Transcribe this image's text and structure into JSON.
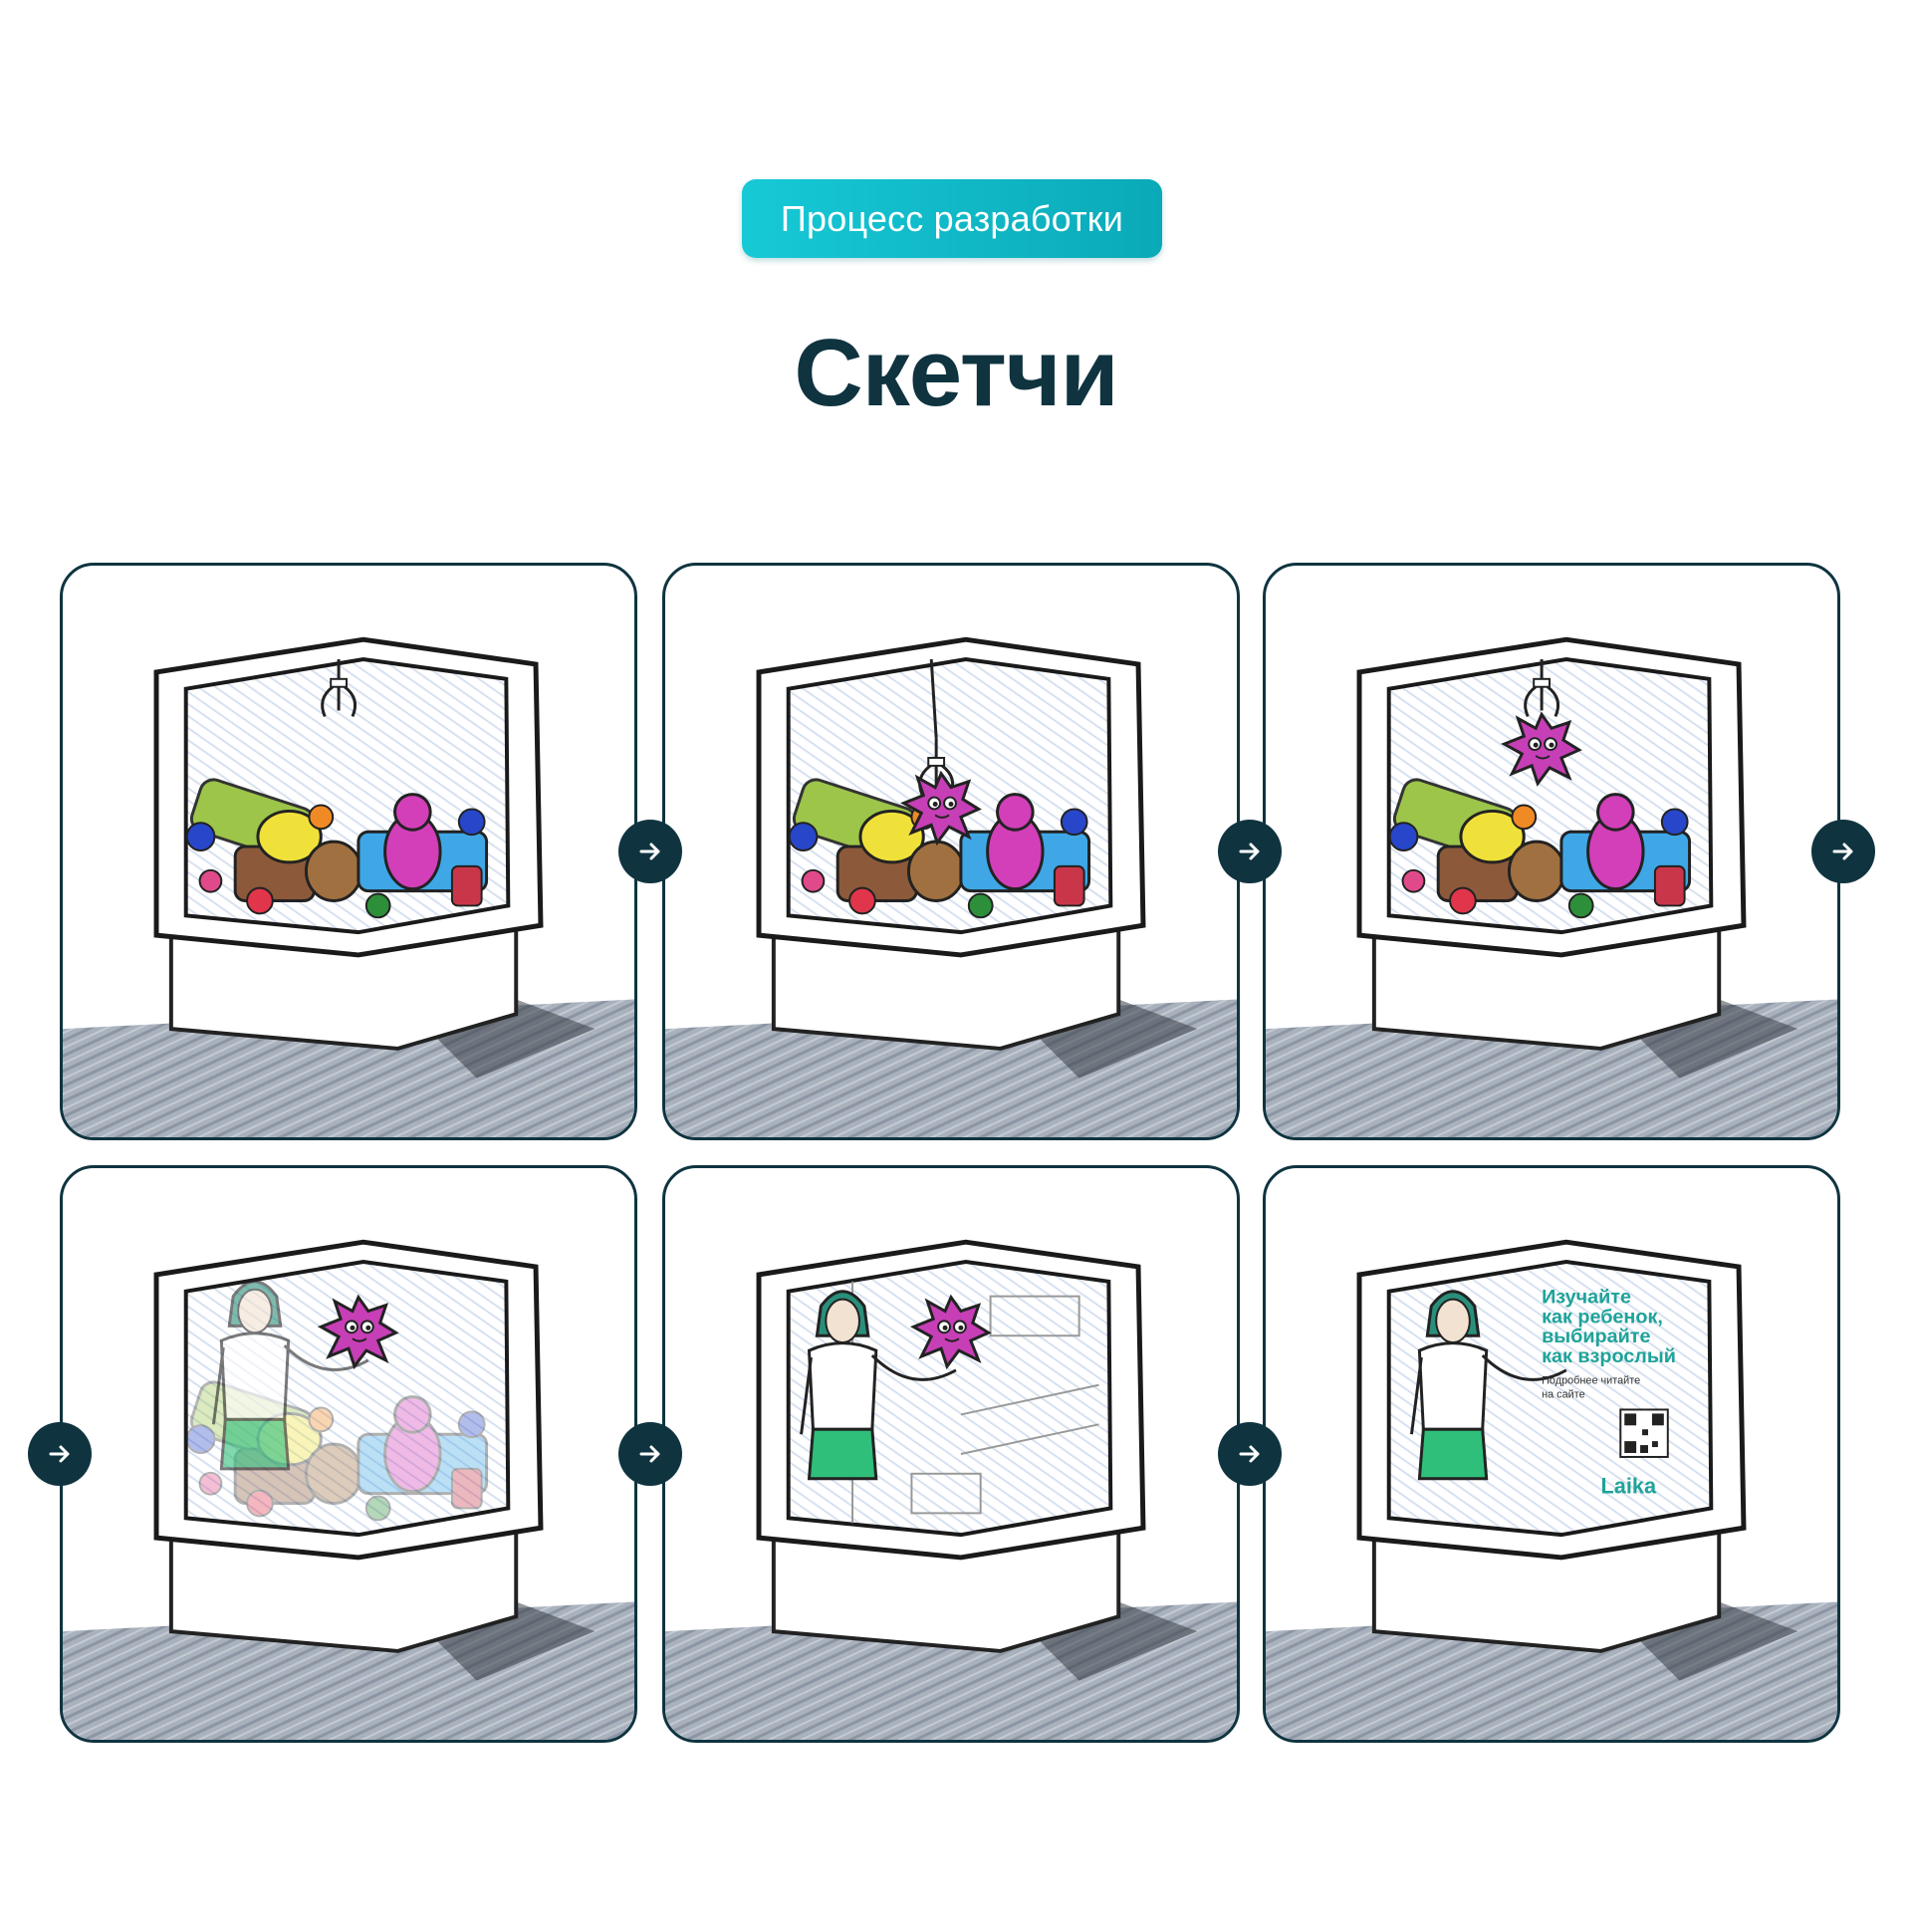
{
  "header": {
    "badge_label": "Процесс разработки",
    "title": "Скетчи"
  },
  "colors": {
    "accent": "#0aa9b8",
    "dark": "#0f3440",
    "billboard_text": "#1fa39a",
    "skirt": "#2fbf7a"
  },
  "sketches": [
    {
      "id": 1,
      "scene": "claw machine with toys"
    },
    {
      "id": 2,
      "scene": "claw grabs pink octopus toy"
    },
    {
      "id": 3,
      "scene": "claw lifts pink octopus"
    },
    {
      "id": 4,
      "scene": "woman appears over toys"
    },
    {
      "id": 5,
      "scene": "woman in room interior"
    },
    {
      "id": 6,
      "scene": "final billboard"
    }
  ],
  "billboard": {
    "headline_1": "Изучайте",
    "headline_2": "как ребенок,",
    "headline_3": "выбирайте",
    "headline_4": "как взрослый",
    "subtext_1": "Подробнее читайте",
    "subtext_2": "на сайте",
    "logo": "Laika"
  },
  "icons": {
    "next": "arrow-right-icon"
  }
}
